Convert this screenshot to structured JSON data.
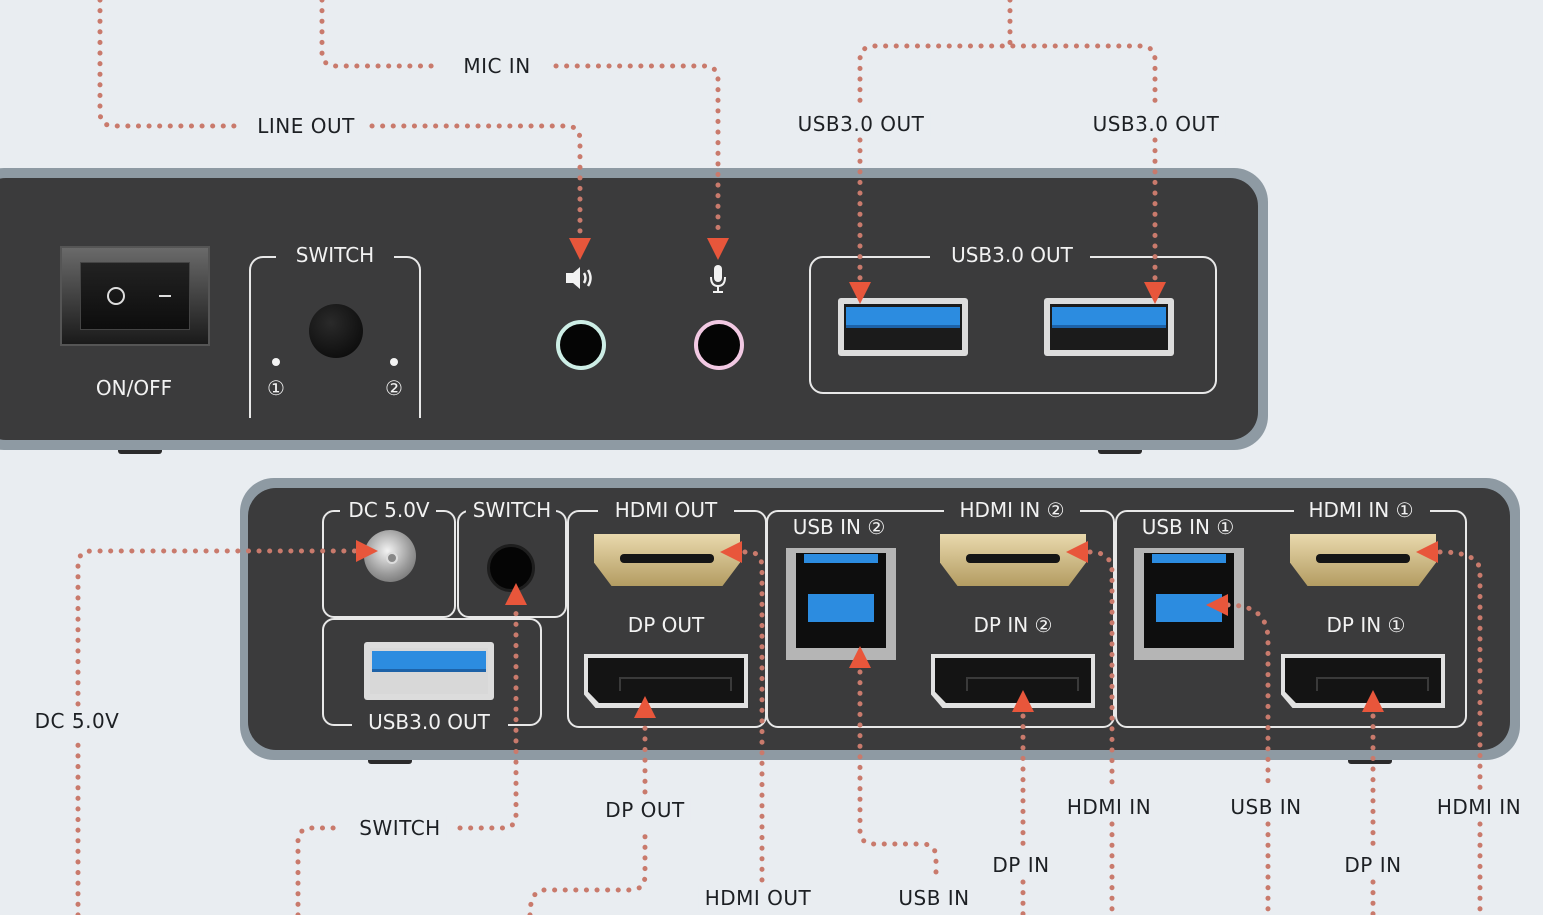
{
  "colors": {
    "background": "#e9edf1",
    "panel_face": "#3b3b3c",
    "panel_rim": "#8e9aa3",
    "callout_line": "#c97a6c",
    "arrow": "#e8563b",
    "usb_blue": "#2c8ce0",
    "line_out_ring": "#cdeee6",
    "mic_in_ring": "#f2c9e3",
    "hdmi_gold": "#d4c08a"
  },
  "front_panel": {
    "power_switch": {
      "label": "ON/OFF",
      "off_symbol": "O",
      "on_symbol": "−"
    },
    "switch_group": {
      "label": "SWITCH",
      "led1_label": "①",
      "led2_label": "②"
    },
    "audio": {
      "line_out_icon": "speaker-icon",
      "mic_in_icon": "microphone-icon"
    },
    "usb_group": {
      "label": "USB3.0 OUT",
      "port_count": 2
    }
  },
  "rear_panel": {
    "dc": {
      "label": "DC 5.0V"
    },
    "switch": {
      "label": "SWITCH"
    },
    "usb_out": {
      "label": "USB3.0 OUT"
    },
    "output_group": {
      "hdmi_label": "HDMI OUT",
      "dp_label": "DP OUT"
    },
    "input2_group": {
      "usb_label": "USB IN ②",
      "hdmi_label": "HDMI IN ②",
      "dp_label": "DP IN ②"
    },
    "input1_group": {
      "usb_label": "USB IN ①",
      "hdmi_label": "HDMI IN ①",
      "dp_label": "DP IN ①"
    }
  },
  "callouts": {
    "mic_in": "MIC IN",
    "line_out": "LINE OUT",
    "usb_out_left": "USB3.0 OUT",
    "usb_out_right": "USB3.0 OUT",
    "dc": "DC 5.0V",
    "switch": "SWITCH",
    "dp_out": "DP OUT",
    "hdmi_out": "HDMI OUT",
    "usb_in_2": "USB IN",
    "dp_in_2": "DP IN",
    "hdmi_in_2": "HDMI IN",
    "usb_in_1": "USB IN",
    "dp_in_1": "DP IN",
    "hdmi_in_1": "HDMI IN"
  }
}
